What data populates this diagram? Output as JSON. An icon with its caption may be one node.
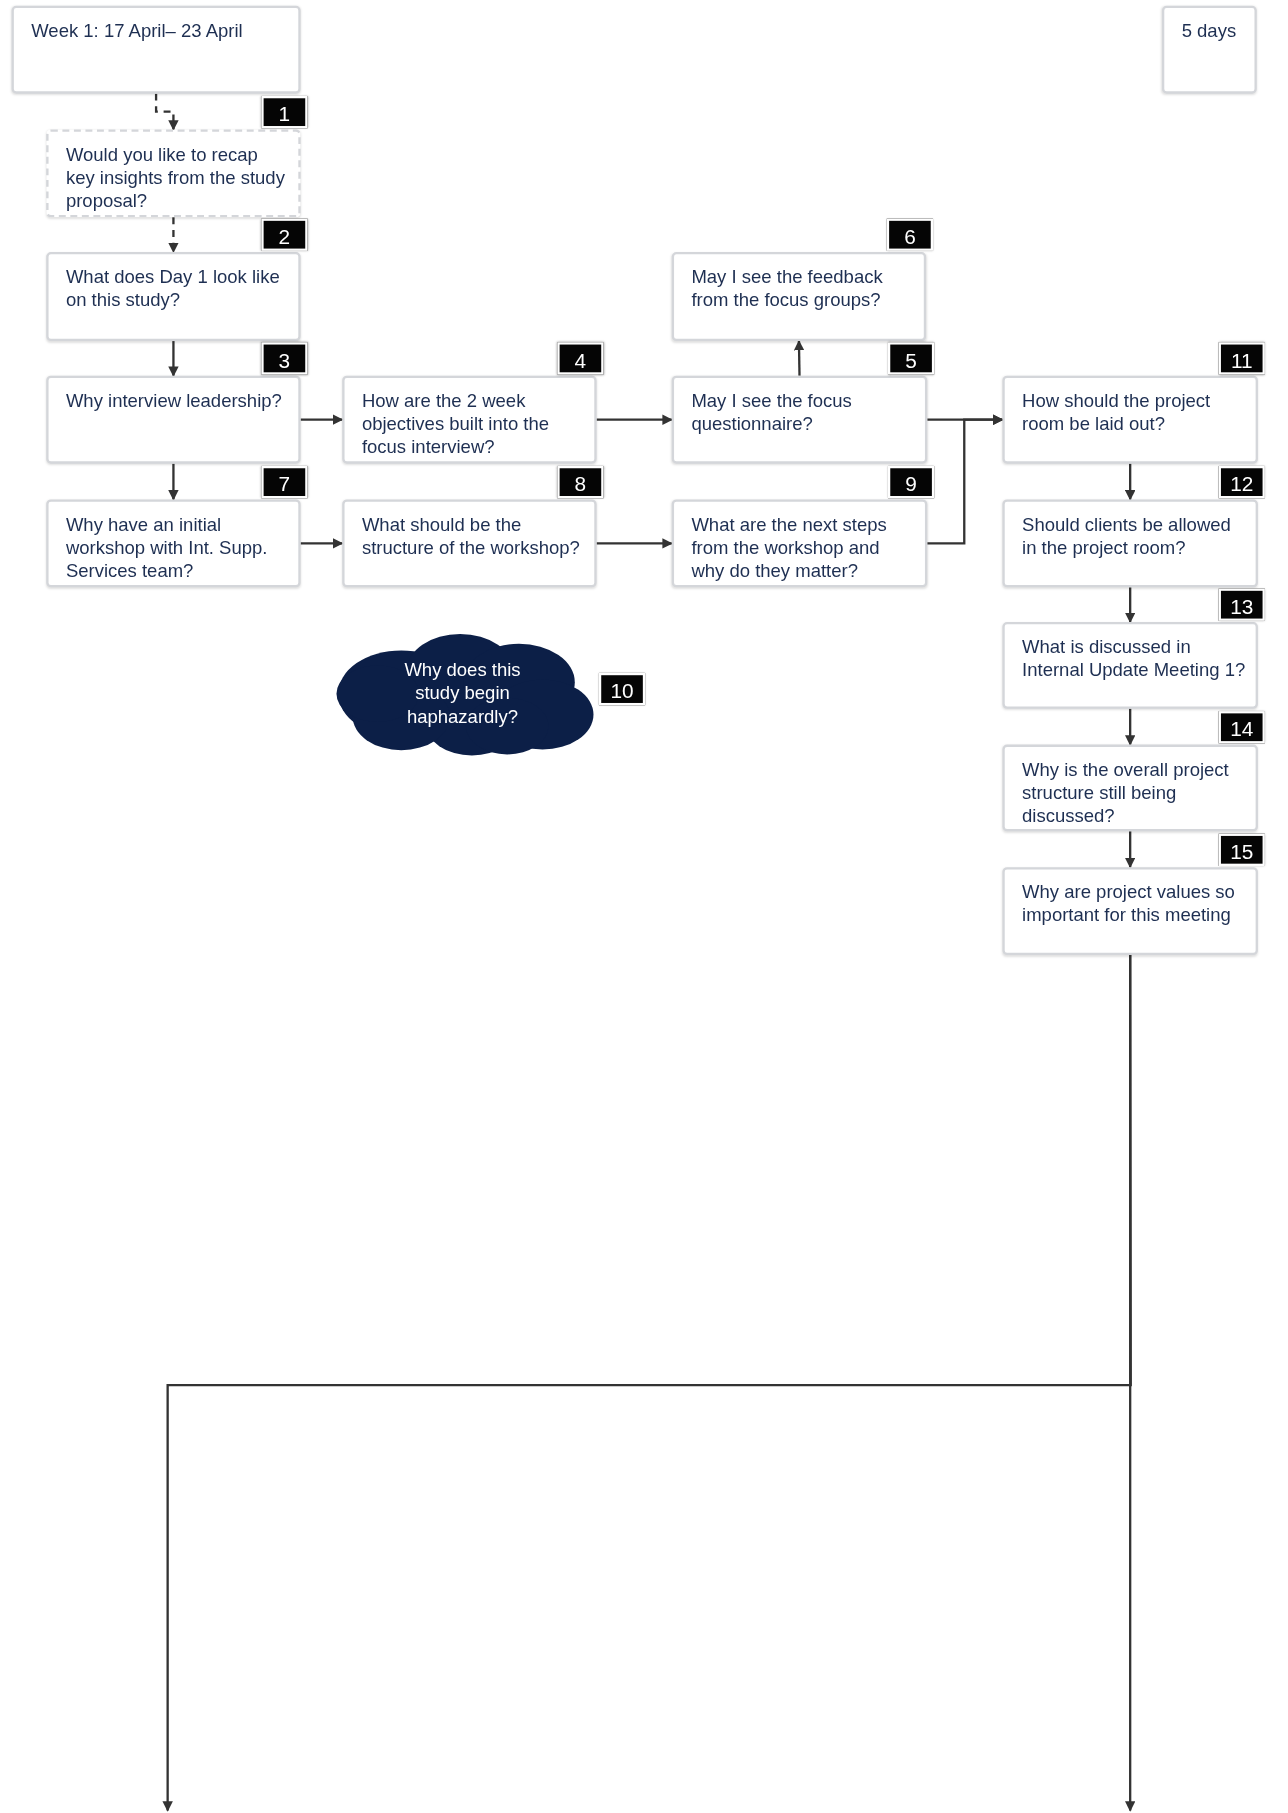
{
  "diagram": {
    "nodes": [
      {
        "text": [
          "Week 1: 17 April– 23 April"
        ]
      },
      {
        "text": [
          "5 days"
        ]
      },
      {
        "text": [
          "Would you like to recap key insights from the study proposal?"
        ],
        "beside": [
          "1"
        ]
      },
      {
        "text": [
          "What does Day 1 look like on this study?"
        ],
        "beside": [
          "2"
        ]
      },
      {
        "text": [
          "Why interview leadership?"
        ],
        "beside": [
          "3"
        ]
      },
      {
        "text": [
          "How are the 2 week objectives built into the focus interview?"
        ],
        "beside": [
          "4"
        ]
      },
      {
        "text": [
          "May I see the focus questionnaire?"
        ],
        "beside": [
          "5"
        ]
      },
      {
        "text": [
          "May I see the feedback from the focus groups?"
        ],
        "beside": [
          "6"
        ]
      },
      {
        "text": [
          "Why have an initial workshop with Int. Supp. Services team?"
        ],
        "beside": [
          "7"
        ]
      },
      {
        "text": [
          "What should be the structure of the workshop?"
        ],
        "beside": [
          "8"
        ]
      },
      {
        "text": [
          "What are the next steps from the workshop and why do they matter?"
        ],
        "beside": [
          "9"
        ]
      },
      {
        "text": [
          "Why does this study begin haphazardly?"
        ],
        "beside": [
          "10"
        ]
      },
      {
        "text": [
          "How should the project room be laid out?"
        ],
        "beside": [
          "11"
        ]
      },
      {
        "text": [
          "Should clients be allowed in the project room?"
        ],
        "beside": [
          "12"
        ]
      },
      {
        "text": [
          "What is discussed in Internal Update Meeting 1?"
        ],
        "beside": [
          "13"
        ]
      },
      {
        "text": [
          "Why is the overall project structure still being discussed?"
        ],
        "beside": [
          "14"
        ]
      },
      {
        "text": [
          "Why are project values so important for this meeting"
        ],
        "beside": [
          "15"
        ]
      }
    ],
    "edges": [
      {
        "from": 0,
        "to": 2,
        "arrow": "to",
        "style": "dashed"
      },
      {
        "from": 2,
        "to": 3,
        "arrow": "to",
        "style": "dashed"
      },
      {
        "from": 3,
        "to": 4,
        "arrow": "to"
      },
      {
        "from": 4,
        "to": 5,
        "arrow": "to"
      },
      {
        "from": 5,
        "to": 6,
        "arrow": "to"
      },
      {
        "from": 6,
        "to": 7,
        "arrow": "to"
      },
      {
        "from": 4,
        "to": 8,
        "arrow": "to"
      },
      {
        "from": 8,
        "to": 9,
        "arrow": "to"
      },
      {
        "from": 9,
        "to": 10,
        "arrow": "to"
      },
      {
        "from": 6,
        "to": 12,
        "arrow": "to"
      },
      {
        "from": 10,
        "to": 12,
        "arrow": "to"
      },
      {
        "from": 12,
        "to": 13,
        "arrow": "to"
      },
      {
        "from": 13,
        "to": 14,
        "arrow": "to"
      },
      {
        "from": 14,
        "to": 15,
        "arrow": "to"
      },
      {
        "from": 15,
        "to": 16,
        "arrow": "to"
      },
      {
        "from": 16,
        "to": null,
        "arrow": "to"
      },
      {
        "from": 16,
        "to": null,
        "arrow": "to"
      }
    ]
  }
}
